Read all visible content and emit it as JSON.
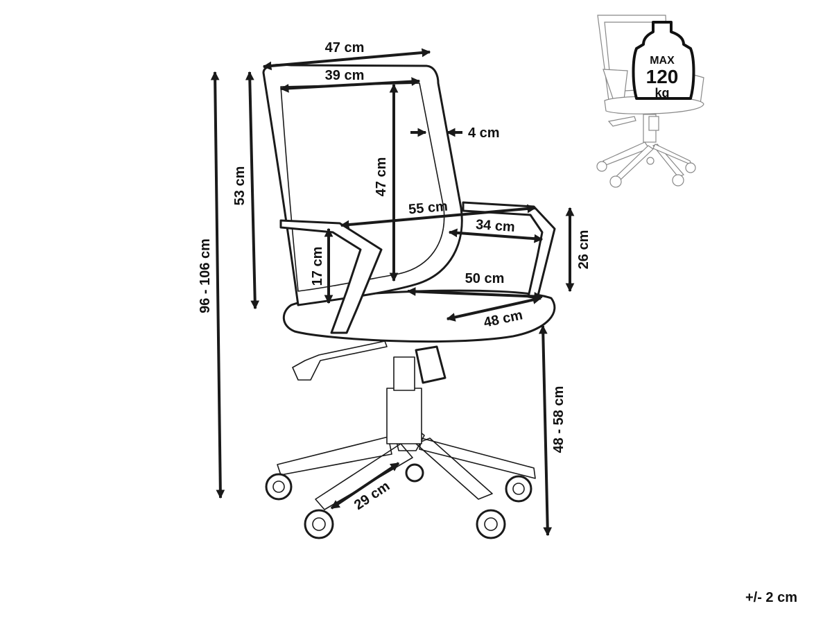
{
  "dimensions": {
    "backrest_outer_width": "47 cm",
    "backrest_inner_width": "39 cm",
    "frame_depth": "4 cm",
    "backrest_inner_height": "47 cm",
    "backrest_height": "53 cm",
    "total_height": "96 - 106 cm",
    "armrest_span": "55 cm",
    "armrest_length": "34 cm",
    "armrest_height": "26 cm",
    "armrest_above_seat": "17 cm",
    "seat_width": "50 cm",
    "seat_depth": "48 cm",
    "seat_height": "48 - 58 cm",
    "base_leg_length": "29 cm"
  },
  "max_load": {
    "label": "MAX",
    "value": "120",
    "unit": "kg"
  },
  "tolerance": "+/- 2 cm"
}
